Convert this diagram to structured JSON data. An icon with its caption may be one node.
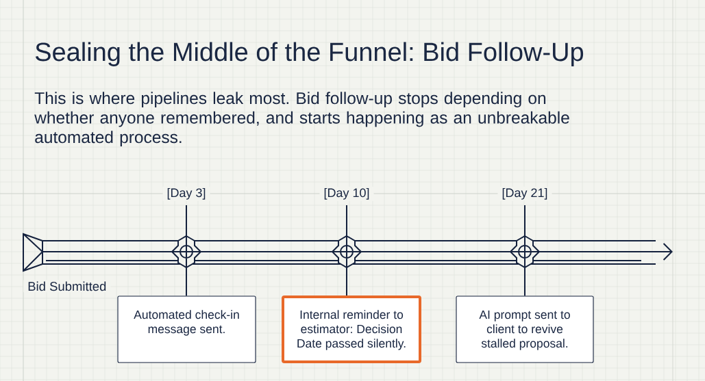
{
  "diagram": {
    "title": "Sealing the Middle of the Funnel: Bid Follow-Up",
    "nodes": [
      {
        "text": [],
        "shape": "triangle",
        "beside": [
          "Bid Submitted"
        ]
      },
      {
        "text": [],
        "shape": "marker",
        "beside": [
          "[Day 3]"
        ]
      },
      {
        "text": [],
        "shape": "marker",
        "beside": [
          "[Day 10]"
        ]
      },
      {
        "text": [],
        "shape": "marker",
        "beside": [
          "[Day 21]"
        ]
      },
      {
        "text": [
          "Automated check-in message sent."
        ]
      },
      {
        "text": [
          "Internal reminder to estimator: Decision Date passed silently."
        ]
      },
      {
        "text": [
          "AI prompt sent to client to revive stalled proposal."
        ]
      }
    ],
    "edges": [
      {
        "from": 0,
        "to": 1,
        "arrow": "none"
      },
      {
        "from": 1,
        "to": 2,
        "arrow": "none"
      },
      {
        "from": 2,
        "to": 3,
        "arrow": "none"
      },
      {
        "from": 3,
        "to": null,
        "arrow": "to"
      },
      {
        "from": 1,
        "to": 4,
        "arrow": "none"
      },
      {
        "from": 2,
        "to": 5,
        "arrow": "none"
      },
      {
        "from": 3,
        "to": 6,
        "arrow": "none"
      }
    ],
    "labels": [
      "This is where pipelines leak most. Bid follow-up stops depending on whether anyone remembered, and starts happening as an unbreakable automated process."
    ]
  }
}
